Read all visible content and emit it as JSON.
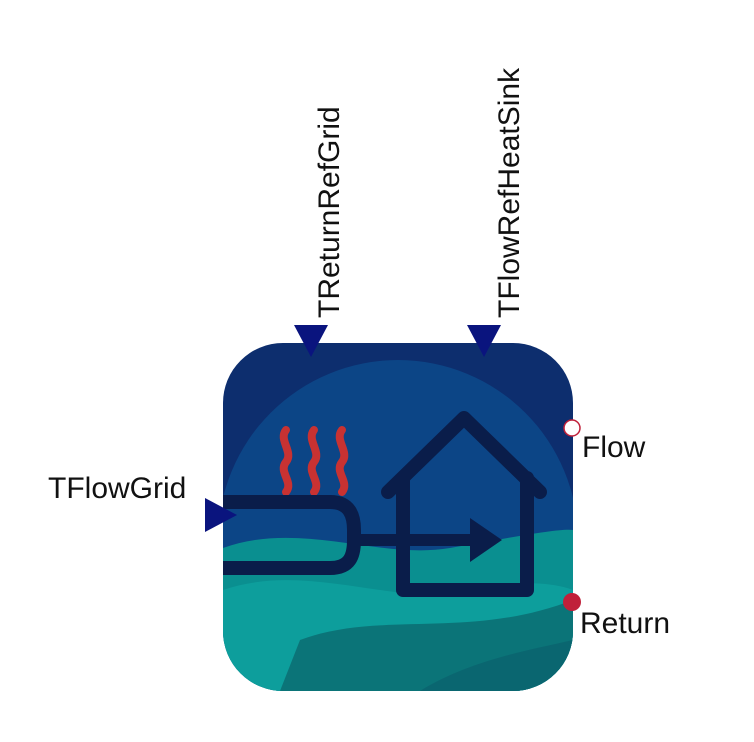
{
  "component": {
    "inputs": {
      "t_return_ref_grid": "TReturnRefGrid",
      "t_flow_ref_heat_sink": "TFlowRefHeatSink",
      "t_flow_grid": "TFlowGrid"
    },
    "ports": {
      "flow": "Flow",
      "return": "Return"
    }
  },
  "icons": {
    "main": "house-heat-exchanger-icon",
    "steam": "steam-waves-icon",
    "arrow": "flow-arrow-icon"
  },
  "colors": {
    "background_dark": "#0d2e6e",
    "background_mid": "#0c4586",
    "hill_teal": "#0f9c9a",
    "hill_dark": "#0d6e78",
    "line_navy": "#0a1d4a",
    "steam_red": "#c83232",
    "connector_blue": "#0a147e",
    "port_red": "#c0203a"
  }
}
